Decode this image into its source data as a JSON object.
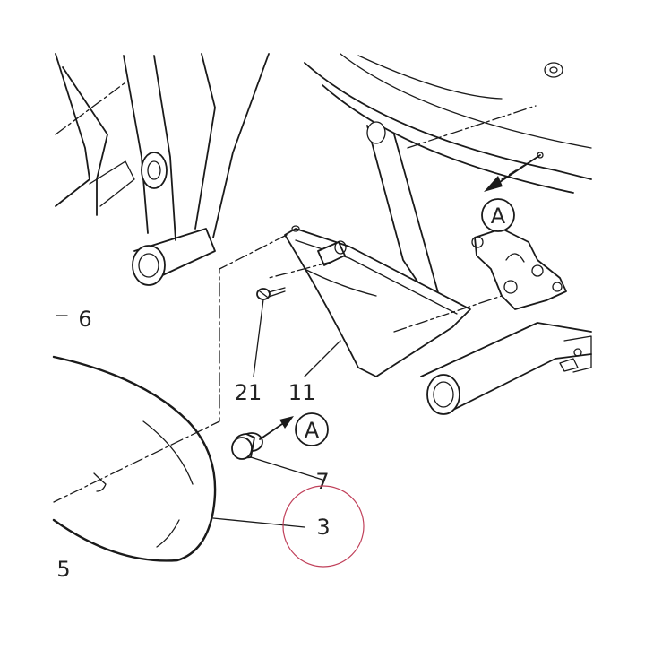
{
  "callouts": {
    "part_21": "21",
    "part_11": "11",
    "part_6": "6",
    "part_7": "7",
    "part_3": "3",
    "part_5": "5"
  },
  "reference_marks": {
    "upper": "A",
    "lower": "A"
  },
  "colors": {
    "line": "#1a1a1a",
    "highlight_circle": "#c0405a"
  }
}
